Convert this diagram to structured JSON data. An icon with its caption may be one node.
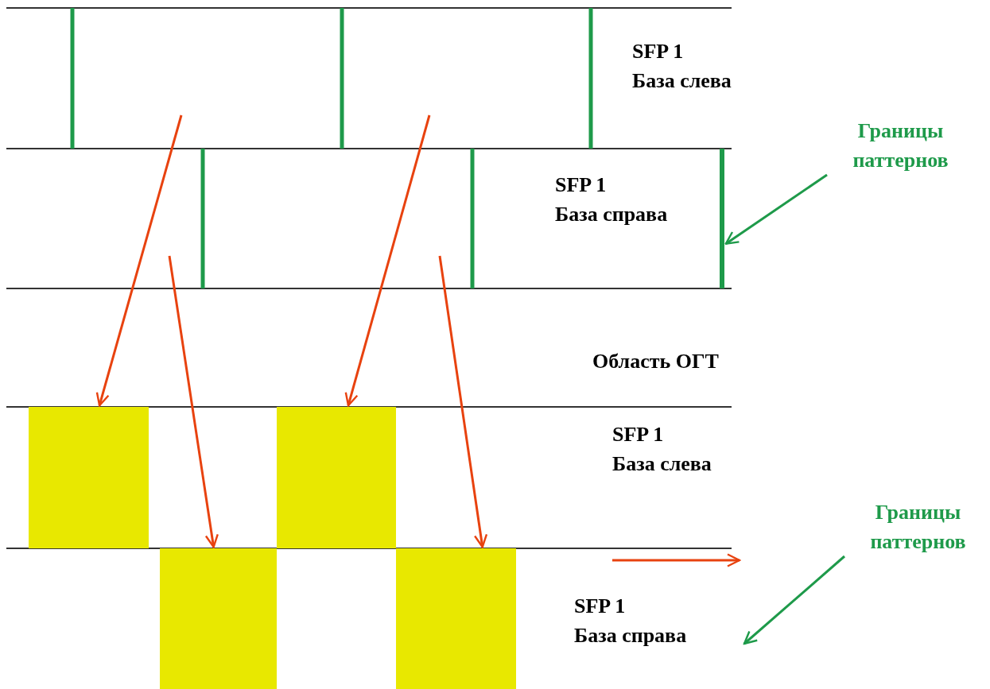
{
  "diagram": {
    "nodes": [
      {
        "text": [
          "Границы паттернов"
        ]
      },
      {
        "text": [],
        "shape": "bar"
      },
      {
        "text": [],
        "shape": "box"
      },
      {
        "text": [],
        "shape": "box"
      },
      {
        "text": [
          "Границы паттернов"
        ]
      },
      {
        "text": [],
        "shape": "box"
      },
      {
        "text": [],
        "shape": "box"
      }
    ],
    "edges": [
      {
        "from": 0,
        "to": 1,
        "arrow": "to",
        "color": "#1e9a4a"
      },
      {
        "from": null,
        "to": 2,
        "arrow": "to"
      },
      {
        "from": null,
        "to": 3,
        "arrow": "to"
      },
      {
        "from": null,
        "to": 5,
        "arrow": "to"
      },
      {
        "from": null,
        "to": 6,
        "arrow": "to"
      },
      {
        "from": 4,
        "to": null,
        "arrow": "to",
        "color": "#1e9a4a"
      }
    ],
    "labels": [
      "SFP 1 База слева",
      "SFP 1 База справа",
      "Область ОГТ",
      "SFP 1 База слева",
      "SFP 1 База справа"
    ]
  }
}
